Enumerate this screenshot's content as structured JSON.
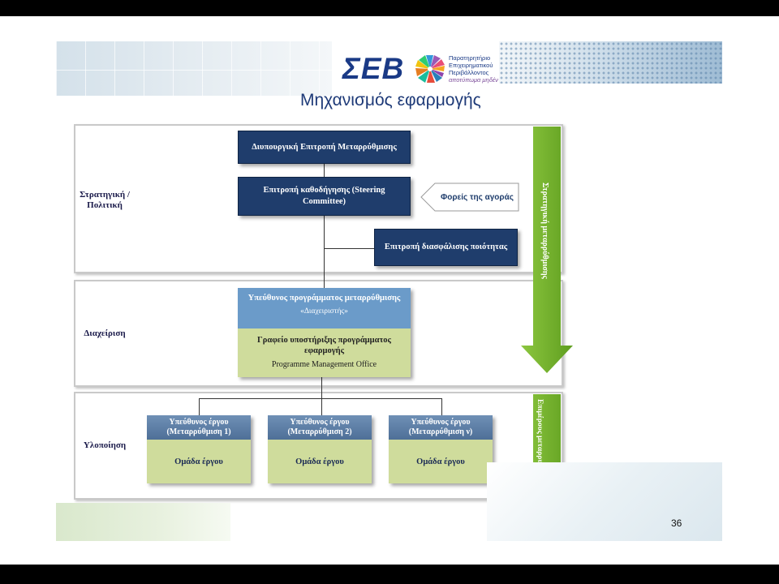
{
  "header": {
    "logo_text": "ΣΕΒ",
    "logo_tagline": [
      "Παρατηρητήριο",
      "Επιχειρηματικού",
      "Περιβάλλοντος"
    ],
    "logo_tagline_sub": "αποτύπωμα μηδέν",
    "title": "Μηχανισμός εφαρμογής"
  },
  "bands": [
    {
      "label": "Στρατηγική / Πολιτική"
    },
    {
      "label": "Διαχείριση"
    },
    {
      "label": "Υλοποίηση"
    }
  ],
  "boxes": {
    "interministerial": "Διυπουργική Επιτροπή Μεταρρύθμισης",
    "steering": "Επιτροπή καθοδήγησης (Steering Committee)",
    "quality": "Επιτροπή διασφάλισης ποιότητας",
    "program_manager": "Υπεύθυνος προγράμματος μεταρρύθμισης",
    "program_manager_sub": "«Διαχειριστής»",
    "pmo": "Γραφείο υποστήριξης προγράμματος εφαρμογής",
    "pmo_en": "Programme Management Office",
    "market": "Φορείς της αγοράς"
  },
  "projects": [
    {
      "title": "Υπεύθυνος έργου (Μεταρρύθμιση 1)",
      "team": "Ομάδα έργου"
    },
    {
      "title": "Υπεύθυνος έργου (Μεταρρύθμιση  2)",
      "team": "Ομάδα έργου"
    },
    {
      "title": "Υπεύθυνος έργου (Μεταρρύθμιση ν)",
      "team": "Ομάδα έργου"
    }
  ],
  "arrows": {
    "strategic": "Στρατηγική μεταρρύθμισης",
    "operational": "Επιμέρους μεταρρυθμίσεις"
  },
  "page_number": "36",
  "colors": {
    "dark_box": "#1f3d6c",
    "light_blue": "#6b9bc9",
    "light_green": "#cfdc9c",
    "arrow_green": "#7ab52e"
  }
}
